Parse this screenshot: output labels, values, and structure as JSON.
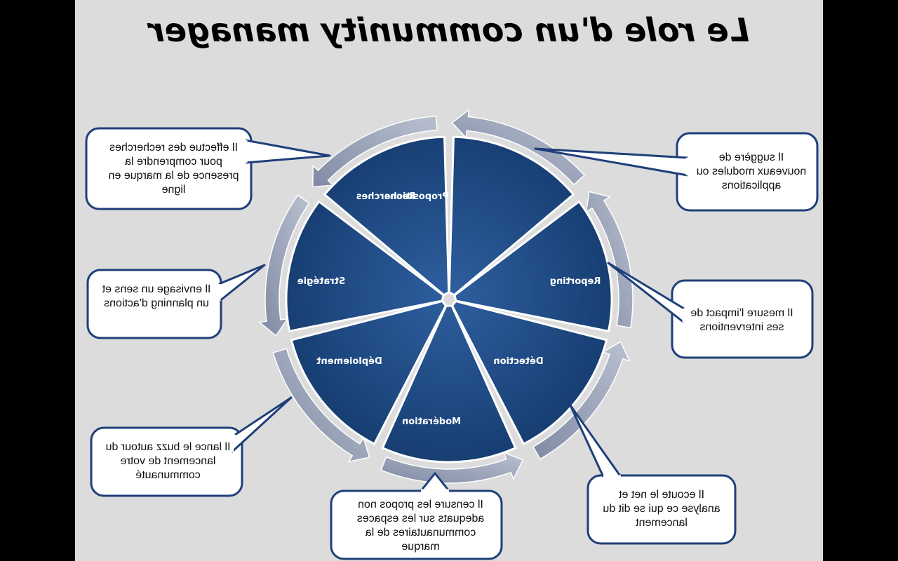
{
  "title": "Le role d'un community manager",
  "segments": [
    {
      "label": "Propositions"
    },
    {
      "label": "Reporting"
    },
    {
      "label": "Détection"
    },
    {
      "label": "Modération"
    },
    {
      "label": "Déploiement"
    },
    {
      "label": "Stratégie"
    },
    {
      "label": "Recherches"
    }
  ],
  "bubbles": [
    {
      "text": "Il suggère de nouveaux modules ou applications"
    },
    {
      "text": "Il mesure l'impact de ses interventions"
    },
    {
      "text": "Il ecoute le net et analyse ce qui se dit du lancement"
    },
    {
      "text": "Il censure les propos non adequats sur les espaces communautaires de la marque"
    },
    {
      "text": "Il lance le buzz autour du lancement de votre communauté"
    },
    {
      "text": "Il envisage un sens et un planning d'actions"
    },
    {
      "text": "Il effectue des recherches pour comprendre la presence de la marque en ligne"
    }
  ],
  "colors": {
    "segment": "#1e4d87",
    "ring": "#9aa3b8",
    "background": "#dcdcdc",
    "bubble_border": "#1f3f7a"
  }
}
